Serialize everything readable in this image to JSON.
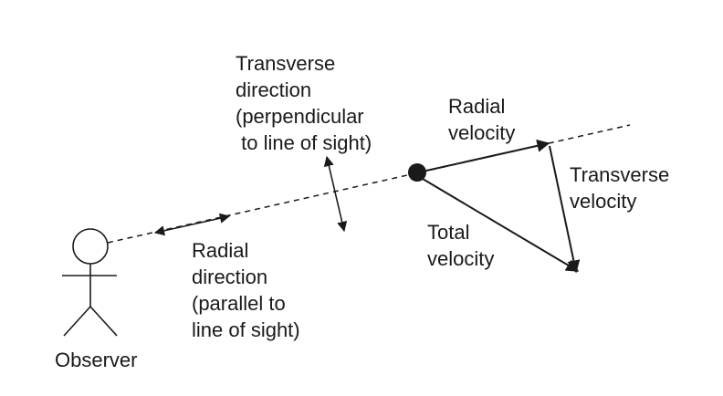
{
  "labels": {
    "transverse_direction": [
      "Transverse",
      "direction",
      "(perpendicular",
      " to line of sight)"
    ],
    "radial_velocity": [
      "Radial",
      "velocity"
    ],
    "transverse_velocity": [
      "Transverse",
      "velocity"
    ],
    "total_velocity": [
      "Total",
      "velocity"
    ],
    "radial_direction": [
      "Radial",
      "direction",
      "(parallel to",
      "line of sight)"
    ],
    "observer": "Observer"
  },
  "colors": {
    "ink": "#1a1a1a",
    "background": "#ffffff"
  }
}
